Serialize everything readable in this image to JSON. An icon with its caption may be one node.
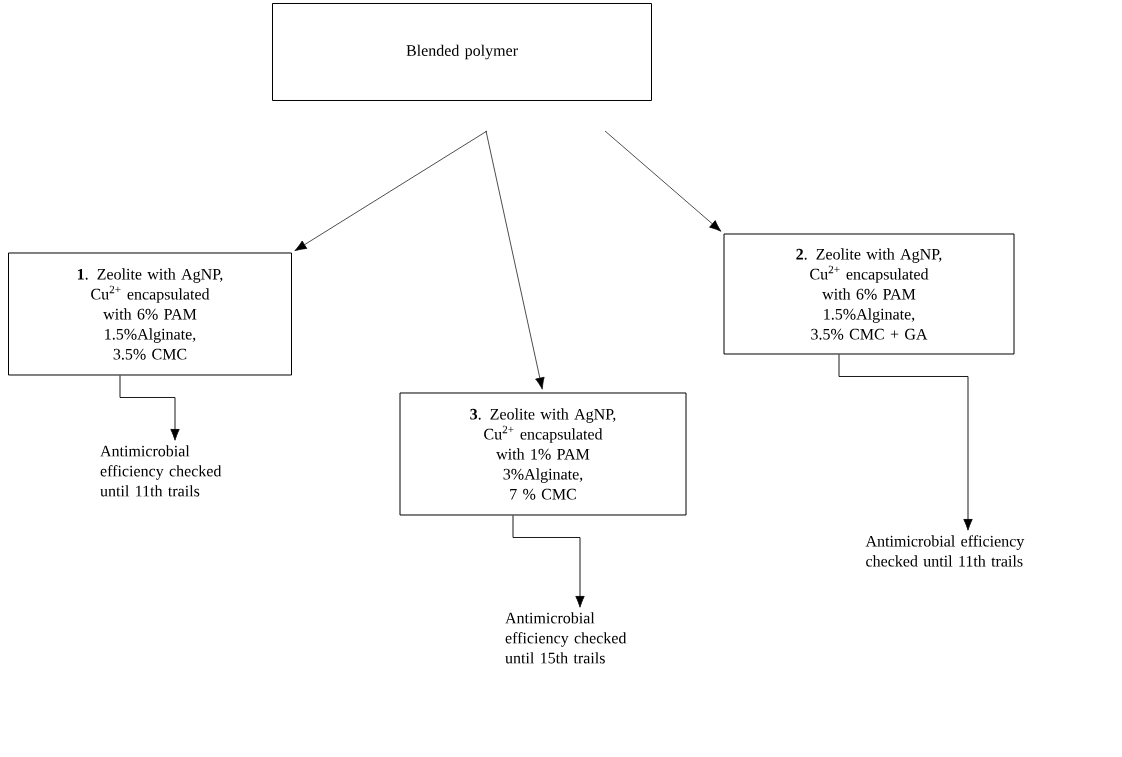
{
  "diagram": {
    "nodes": [
      {
        "text": [
          "Blended polymer"
        ]
      },
      {
        "text": [
          "**1**. Zeolite with AgNP, Cu$^{2+}$ encapsulated with 6% PAM 1.5%Alginate, 3.5% CMC"
        ]
      },
      {
        "text": [
          "**3**. Zeolite with AgNP, Cu$^{2+}$ encapsulated with 1% PAM 3%Alginate, 7 % CMC"
        ]
      },
      {
        "text": [
          "**2**. Zeolite with AgNP, Cu$^{2+}$ encapsulated with 6% PAM 1.5%Alginate, 3.5% CMC + GA"
        ]
      },
      {
        "text": [
          "Antimicrobial efficiency checked until 11th trails"
        ]
      },
      {
        "text": [
          "Antimicrobial efficiency checked until 15th trails"
        ]
      },
      {
        "text": [
          "Antimicrobial efficiency checked until 11th trails"
        ]
      }
    ],
    "edges": [
      {
        "from": 0,
        "to": 1,
        "arrow": "to"
      },
      {
        "from": 0,
        "to": 2,
        "arrow": "to"
      },
      {
        "from": 0,
        "to": 3,
        "arrow": "to"
      },
      {
        "from": 1,
        "to": 4,
        "arrow": "to"
      },
      {
        "from": 2,
        "to": 5,
        "arrow": "to"
      },
      {
        "from": 3,
        "to": 6,
        "arrow": "to"
      }
    ]
  }
}
